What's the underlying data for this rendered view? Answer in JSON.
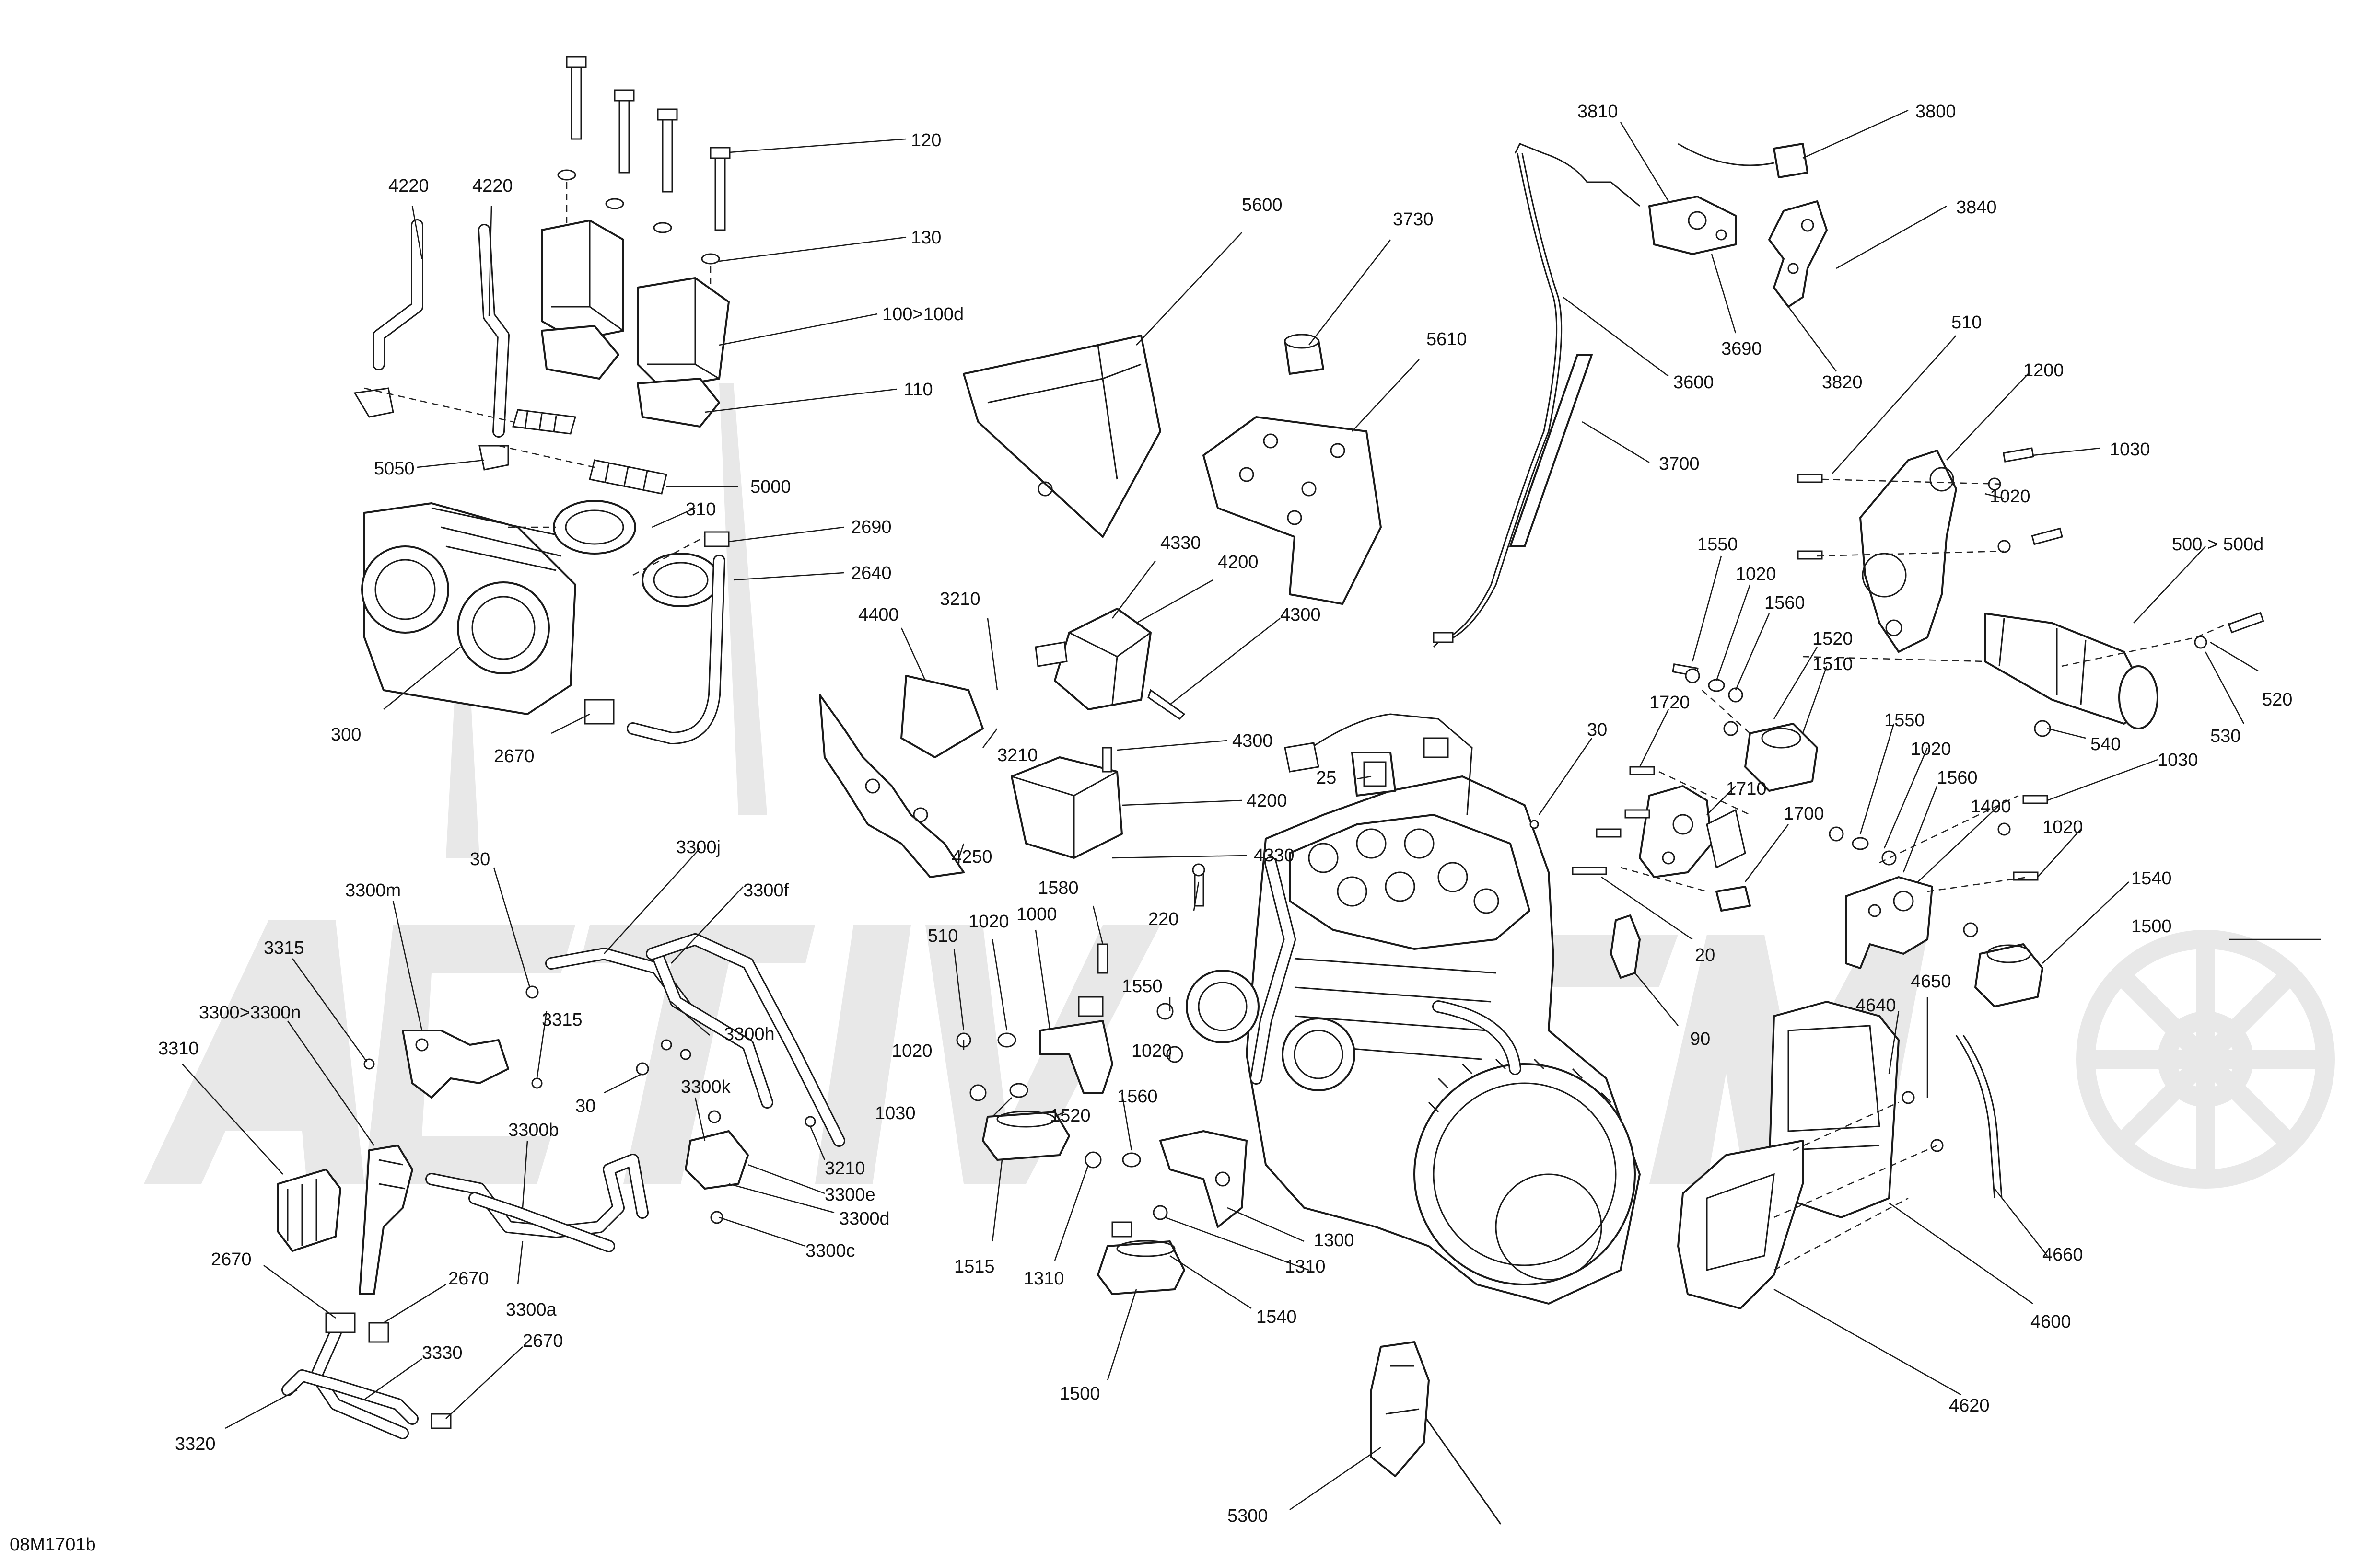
{
  "drawing_code": "08M1701b",
  "watermark": "ACTIVATIVE",
  "callouts": [
    {
      "id": "c120",
      "text": "120"
    },
    {
      "id": "c130",
      "text": "130"
    },
    {
      "id": "c100",
      "text": "100>100d"
    },
    {
      "id": "c110",
      "text": "110"
    },
    {
      "id": "c4220a",
      "text": "4220"
    },
    {
      "id": "c4220b",
      "text": "4220"
    },
    {
      "id": "c5050",
      "text": "5050"
    },
    {
      "id": "c5000",
      "text": "5000"
    },
    {
      "id": "c310",
      "text": "310"
    },
    {
      "id": "c2690",
      "text": "2690"
    },
    {
      "id": "c2640",
      "text": "2640"
    },
    {
      "id": "c300",
      "text": "300"
    },
    {
      "id": "c2670a",
      "text": "2670"
    },
    {
      "id": "c5600",
      "text": "5600"
    },
    {
      "id": "c3730",
      "text": "3730"
    },
    {
      "id": "c5610",
      "text": "5610"
    },
    {
      "id": "c4330a",
      "text": "4330"
    },
    {
      "id": "c4200a",
      "text": "4200"
    },
    {
      "id": "c4300a",
      "text": "4300"
    },
    {
      "id": "c4400",
      "text": "4400"
    },
    {
      "id": "c3210a",
      "text": "3210"
    },
    {
      "id": "c3210b",
      "text": "3210"
    },
    {
      "id": "c4300b",
      "text": "4300"
    },
    {
      "id": "c4200b",
      "text": "4200"
    },
    {
      "id": "c4330b",
      "text": "4330"
    },
    {
      "id": "c4250",
      "text": "4250"
    },
    {
      "id": "c1580",
      "text": "1580"
    },
    {
      "id": "c220",
      "text": "220"
    },
    {
      "id": "c25",
      "text": "25"
    },
    {
      "id": "c30a",
      "text": "30"
    },
    {
      "id": "c3810",
      "text": "3810"
    },
    {
      "id": "c3800",
      "text": "3800"
    },
    {
      "id": "c3840",
      "text": "3840"
    },
    {
      "id": "c3690",
      "text": "3690"
    },
    {
      "id": "c3820",
      "text": "3820"
    },
    {
      "id": "c3600",
      "text": "3600"
    },
    {
      "id": "c3700",
      "text": "3700"
    },
    {
      "id": "c510a",
      "text": "510"
    },
    {
      "id": "c1200",
      "text": "1200"
    },
    {
      "id": "c1030a",
      "text": "1030"
    },
    {
      "id": "c1020a",
      "text": "1020"
    },
    {
      "id": "c500",
      "text": "500 > 500d"
    },
    {
      "id": "c1550a",
      "text": "1550"
    },
    {
      "id": "c1020b",
      "text": "1020"
    },
    {
      "id": "c1560a",
      "text": "1560"
    },
    {
      "id": "c1520a",
      "text": "1520"
    },
    {
      "id": "c1510",
      "text": "1510"
    },
    {
      "id": "c520",
      "text": "520"
    },
    {
      "id": "c530",
      "text": "530"
    },
    {
      "id": "c540",
      "text": "540"
    },
    {
      "id": "c1720",
      "text": "1720"
    },
    {
      "id": "c1710",
      "text": "1710"
    },
    {
      "id": "c1700",
      "text": "1700"
    },
    {
      "id": "c1550b",
      "text": "1550"
    },
    {
      "id": "c1020c",
      "text": "1020"
    },
    {
      "id": "c1560b",
      "text": "1560"
    },
    {
      "id": "c1400",
      "text": "1400"
    },
    {
      "id": "c1030b",
      "text": "1030"
    },
    {
      "id": "c1020d",
      "text": "1020"
    },
    {
      "id": "c1540a",
      "text": "1540"
    },
    {
      "id": "c1500a",
      "text": "1500"
    },
    {
      "id": "c20",
      "text": "20"
    },
    {
      "id": "c90",
      "text": "90"
    },
    {
      "id": "c4640",
      "text": "4640"
    },
    {
      "id": "c4650",
      "text": "4650"
    },
    {
      "id": "c4660",
      "text": "4660"
    },
    {
      "id": "c4600",
      "text": "4600"
    },
    {
      "id": "c4620",
      "text": "4620"
    },
    {
      "id": "c30b",
      "text": "30"
    },
    {
      "id": "c3300j",
      "text": "3300j"
    },
    {
      "id": "c3300f",
      "text": "3300f"
    },
    {
      "id": "c3300m",
      "text": "3300m"
    },
    {
      "id": "c3315a",
      "text": "3315"
    },
    {
      "id": "c3315b",
      "text": "3315"
    },
    {
      "id": "c3300n",
      "text": "3300>3300n"
    },
    {
      "id": "c3310",
      "text": "3310"
    },
    {
      "id": "c3300h",
      "text": "3300h"
    },
    {
      "id": "c30c",
      "text": "30"
    },
    {
      "id": "c3300k",
      "text": "3300k"
    },
    {
      "id": "c3300b",
      "text": "3300b"
    },
    {
      "id": "c3210c",
      "text": "3210"
    },
    {
      "id": "c3300e",
      "text": "3300e"
    },
    {
      "id": "c3300d",
      "text": "3300d"
    },
    {
      "id": "c3300c",
      "text": "3300c"
    },
    {
      "id": "c2670b",
      "text": "2670"
    },
    {
      "id": "c2670c",
      "text": "2670"
    },
    {
      "id": "c3300a",
      "text": "3300a"
    },
    {
      "id": "c3330",
      "text": "3330"
    },
    {
      "id": "c2670d",
      "text": "2670"
    },
    {
      "id": "c3320",
      "text": "3320"
    },
    {
      "id": "c510b",
      "text": "510"
    },
    {
      "id": "c1020e",
      "text": "1020"
    },
    {
      "id": "c1000",
      "text": "1000"
    },
    {
      "id": "c1550c",
      "text": "1550"
    },
    {
      "id": "c1020f",
      "text": "1020"
    },
    {
      "id": "c1020g",
      "text": "1020"
    },
    {
      "id": "c1030c",
      "text": "1030"
    },
    {
      "id": "c1560c",
      "text": "1560"
    },
    {
      "id": "c1520b",
      "text": "1520"
    },
    {
      "id": "c1515",
      "text": "1515"
    },
    {
      "id": "c1310a",
      "text": "1310"
    },
    {
      "id": "c1310b",
      "text": "1310"
    },
    {
      "id": "c1300",
      "text": "1300"
    },
    {
      "id": "c1540b",
      "text": "1540"
    },
    {
      "id": "c1500b",
      "text": "1500"
    },
    {
      "id": "c5300",
      "text": "5300"
    }
  ]
}
